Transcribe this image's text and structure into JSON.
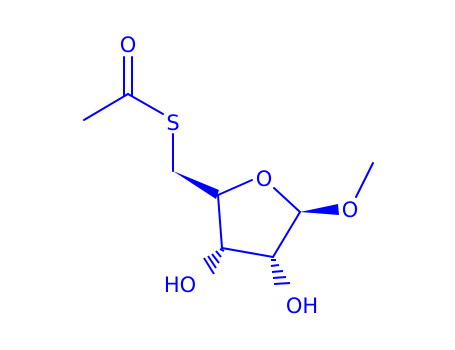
{
  "structure": {
    "color": "#0000ff",
    "atoms": {
      "carbonyl_oxygen": "O",
      "sulfur": "S",
      "ring_oxygen": "O",
      "methoxy_oxygen": "O",
      "hydroxyl_3": "HO",
      "hydroxyl_2": "OH"
    }
  }
}
